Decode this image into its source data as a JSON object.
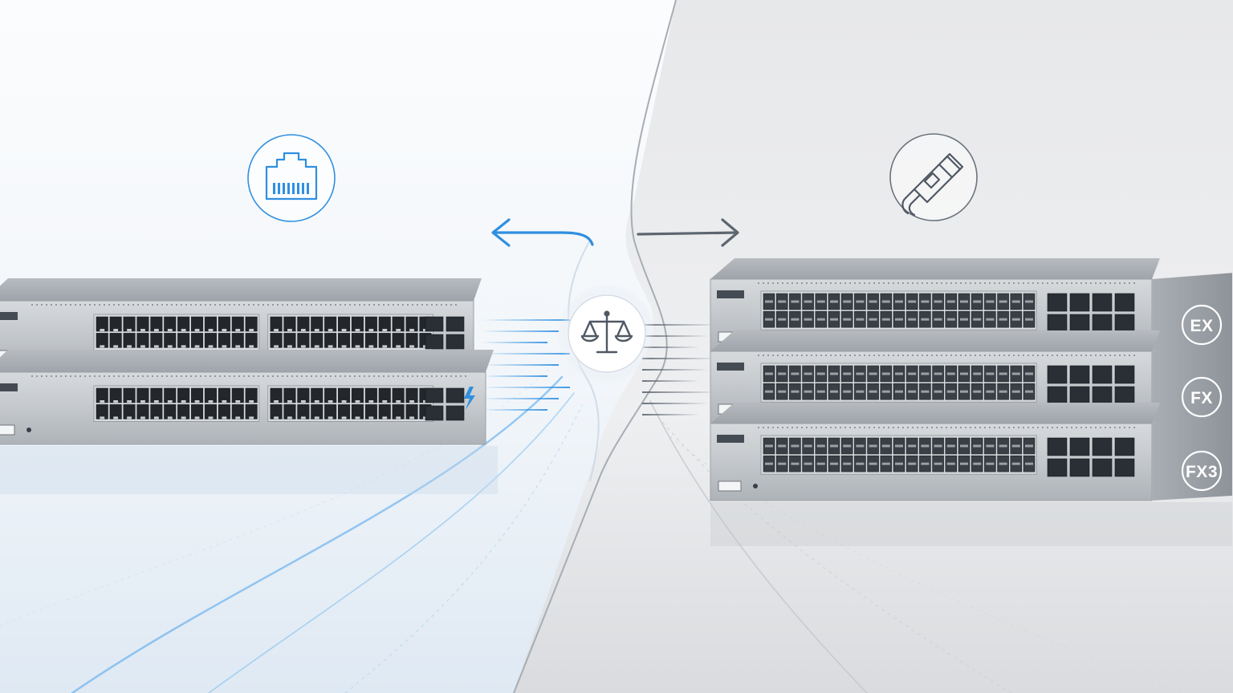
{
  "colors": {
    "left_accent": "#2f8fe0",
    "right_accent": "#5d6670",
    "chassis_light": "#c9ccd0",
    "chassis_dark": "#9ea3a9",
    "badge_ring": "#ffffff"
  },
  "left": {
    "icon": "rj45-ethernet-port-icon",
    "arrow": "arrow-left-icon",
    "switch_count": 2,
    "ports_per_row": 24,
    "port_style": "rj45",
    "power_badge_icon": "lightning-bolt-icon"
  },
  "center": {
    "icon": "balance-scale-icon"
  },
  "right": {
    "icon": "fiber-optic-transceiver-icon",
    "arrow": "arrow-right-icon",
    "port_style": "sfp",
    "tiers": [
      {
        "label": "EX"
      },
      {
        "label": "FX"
      },
      {
        "label": "FX3"
      }
    ]
  }
}
